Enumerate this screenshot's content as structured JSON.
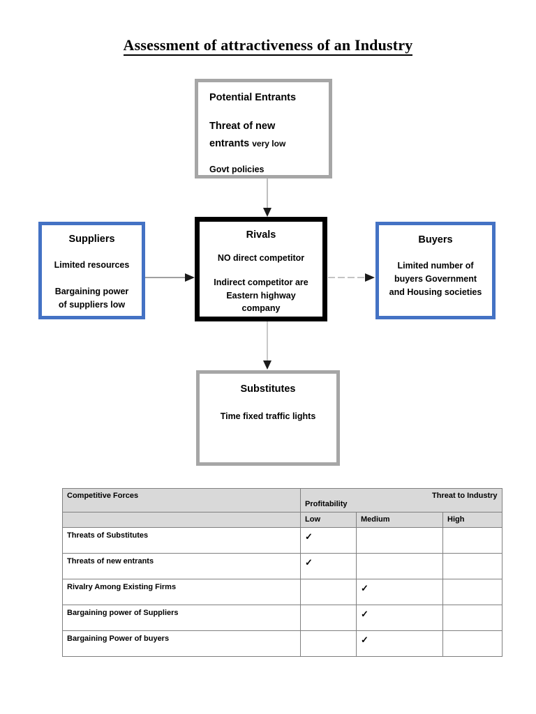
{
  "title": "Assessment of attractiveness of an Industry",
  "colors": {
    "gray_border": "#a6a6a6",
    "blue_border": "#4472c4",
    "black_border": "#000000",
    "table_header_bg": "#d9d9d9"
  },
  "diagram": {
    "potential_entrants": {
      "heading": "Potential Entrants",
      "line_big": "Threat of new",
      "line_big_2": "entrants",
      "line_small_inline": "very low",
      "line_last": "Govt policies"
    },
    "suppliers": {
      "heading": "Suppliers",
      "line1": "Limited resources",
      "line2": "Bargaining power",
      "line3": "of suppliers low"
    },
    "rivals": {
      "heading": "Rivals",
      "line1": "NO direct competitor",
      "line2": "Indirect competitor are",
      "line3": "Eastern highway",
      "line4": "company"
    },
    "buyers": {
      "heading": "Buyers",
      "line1": "Limited number of",
      "line2": "buyers   Government",
      "line3": "and Housing societies"
    },
    "substitutes": {
      "heading": "Substitutes",
      "line1": "Time fixed traffic lights"
    },
    "arrows": [
      {
        "name": "entrants-to-rivals",
        "direction": "down"
      },
      {
        "name": "suppliers-to-rivals",
        "direction": "right"
      },
      {
        "name": "rivals-to-buyers",
        "direction": "right"
      },
      {
        "name": "rivals-to-substitutes",
        "direction": "down"
      }
    ]
  },
  "table": {
    "header": {
      "forces": "Competitive Forces",
      "threat": "Threat to Industry Profitability"
    },
    "levels": [
      "Low",
      "Medium",
      "High"
    ],
    "check_glyph": "✓",
    "rows": [
      {
        "force": "Threats of Substitutes",
        "low": "✓",
        "medium": "",
        "high": ""
      },
      {
        "force": "Threats of new entrants",
        "low": "✓",
        "medium": "",
        "high": ""
      },
      {
        "force": "Rivalry Among Existing Firms",
        "low": "",
        "medium": "✓",
        "high": ""
      },
      {
        "force": "Bargaining power of Suppliers",
        "low": "",
        "medium": "✓",
        "high": ""
      },
      {
        "force": "Bargaining Power of buyers",
        "low": "",
        "medium": "✓",
        "high": ""
      }
    ]
  }
}
